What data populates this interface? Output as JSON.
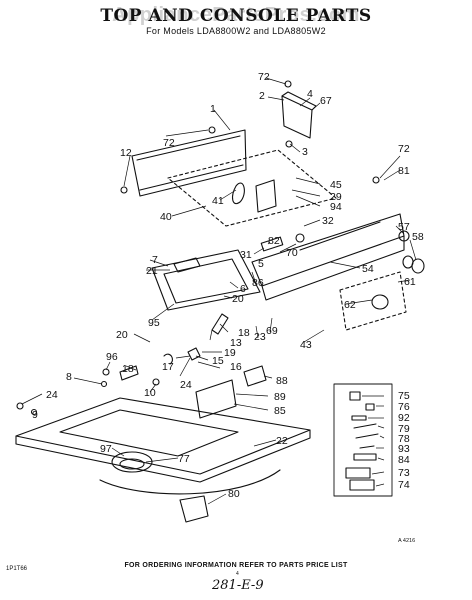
{
  "watermark": "AppliancePartsPros.com",
  "title": "TOP AND CONSOLE PARTS",
  "subtitle": "For Models LDA8800W2 and LDA8805W2",
  "footer": "FOR ORDERING INFORMATION REFER TO PARTS PRICE LIST",
  "code_left": "1P1T66",
  "diagram_code": "A 4216",
  "page_number": "4",
  "handwritten_note": "281-E-9",
  "callouts": [
    "72",
    "2",
    "4",
    "67",
    "1",
    "72",
    "12",
    "3",
    "72",
    "81",
    "45",
    "29",
    "94",
    "41",
    "40",
    "32",
    "57",
    "58",
    "82",
    "70",
    "31",
    "5",
    "7",
    "21",
    "54",
    "6",
    "86",
    "61",
    "20",
    "62",
    "69",
    "23",
    "95",
    "18",
    "13",
    "43",
    "20",
    "19",
    "15",
    "16",
    "96",
    "18",
    "24",
    "17",
    "88",
    "8",
    "10",
    "89",
    "85",
    "24",
    "9",
    "75",
    "76",
    "92",
    "79",
    "78",
    "93",
    "84",
    "73",
    "74",
    "22",
    "97",
    "77",
    "80"
  ]
}
